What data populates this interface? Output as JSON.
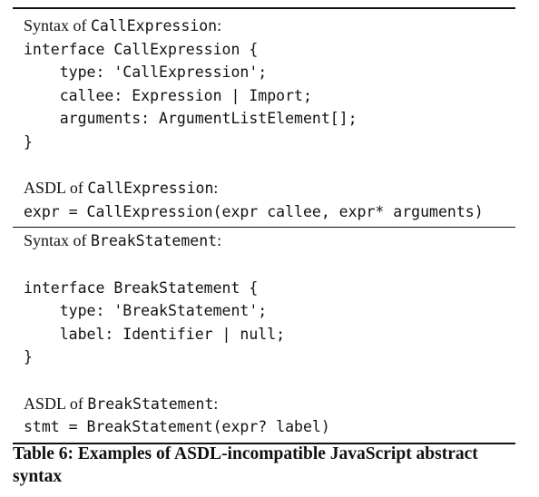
{
  "section1": {
    "heading_prefix": "Syntax of ",
    "heading_code": "CallExpression",
    "heading_suffix": ":",
    "code_lines": [
      "interface CallExpression {",
      "    type: 'CallExpression';",
      "    callee: Expression | Import;",
      "    arguments: ArgumentListElement[];",
      "}"
    ],
    "asdl_prefix": "ASDL of ",
    "asdl_code": "CallExpression",
    "asdl_suffix": ":",
    "asdl_line": "expr = CallExpression(expr callee, expr* arguments)"
  },
  "section2": {
    "heading_prefix": "Syntax of ",
    "heading_code": "BreakStatement",
    "heading_suffix": ":",
    "code_lines": [
      "interface BreakStatement {",
      "    type: 'BreakStatement';",
      "    label: Identifier | null;",
      "}"
    ],
    "asdl_prefix": "ASDL of ",
    "asdl_code": "BreakStatement",
    "asdl_suffix": ":",
    "asdl_line": "stmt = BreakStatement(expr? label)"
  },
  "caption": {
    "text": "Table 6: Examples of ASDL-incompatible JavaScript abstract syntax"
  }
}
